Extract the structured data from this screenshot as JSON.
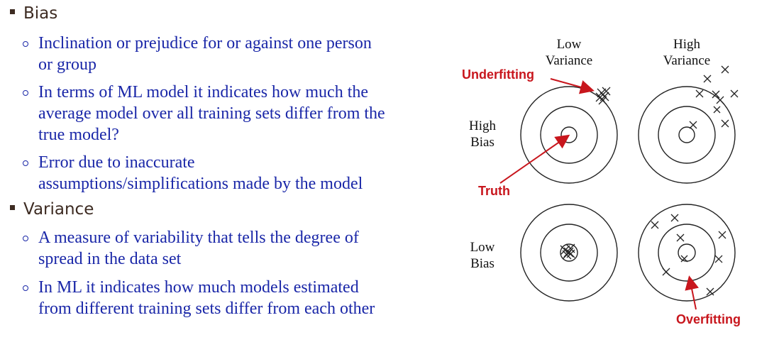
{
  "bullets": [
    {
      "heading": "Bias",
      "items": [
        [
          "Inclination or prejudice for or against one person",
          "or group"
        ],
        [
          "In terms of ML model it indicates how much the",
          "average model over all training sets differ from the",
          "true model?"
        ],
        [
          "Error due to inaccurate",
          "assumptions/simplifications made by the model"
        ]
      ]
    },
    {
      "heading": "Variance",
      "items": [
        [
          "A measure of variability that tells the degree of",
          "spread in the data set"
        ],
        [
          "In ML it indicates how much models estimated",
          "from different training sets differ from each other"
        ]
      ]
    }
  ],
  "diagram": {
    "col_low_variance": [
      "Low",
      "Variance"
    ],
    "col_high_variance": [
      "High",
      "Variance"
    ],
    "row_high_bias": [
      "High",
      "Bias"
    ],
    "row_low_bias": [
      "Low",
      "Bias"
    ],
    "callouts": {
      "underfitting": "Underfitting",
      "truth": "Truth",
      "overfitting": "Overfitting"
    },
    "marker": "×",
    "accent_color": "#c8161d",
    "text_color": "#1a27a8"
  }
}
